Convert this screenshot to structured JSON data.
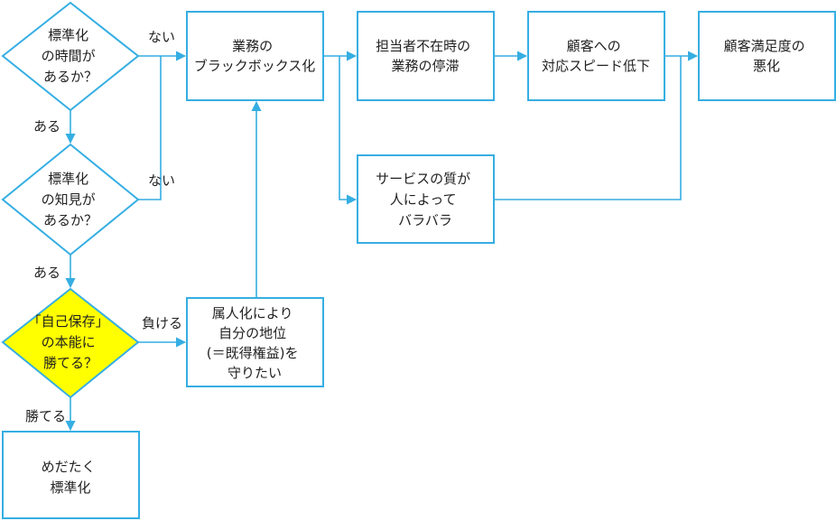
{
  "colors": {
    "line": "#35aee2",
    "box_fill": "#ffffff",
    "highlight_fill": "#ffff00",
    "text": "#222222"
  },
  "nodes": {
    "q_time": {
      "lines": [
        "標準化",
        "の時間が",
        "あるか？"
      ]
    },
    "q_knowledge": {
      "lines": [
        "標準化",
        "の知見が",
        "あるか？"
      ]
    },
    "q_instinct": {
      "lines": [
        "「自己保存」",
        "の本能に",
        "勝てる？"
      ]
    },
    "standardize": {
      "lines": [
        "めだたく",
        "標準化"
      ]
    },
    "keep_status": {
      "lines": [
        "属人化により",
        "自分の地位",
        "(＝既得権益)を",
        "守りたい"
      ]
    },
    "blackbox": {
      "lines": [
        "業務の",
        "ブラックボックス化"
      ]
    },
    "stagnation": {
      "lines": [
        "担当者不在時の",
        "業務の停滞"
      ]
    },
    "slow_response": {
      "lines": [
        "顧客への",
        "対応スピード低下"
      ]
    },
    "satisfaction": {
      "lines": [
        "顧客満足度の",
        "悪化"
      ]
    },
    "quality_varies": {
      "lines": [
        "サービスの質が",
        "人によって",
        "バラバラ"
      ]
    }
  },
  "edge_labels": {
    "time_no": "ない",
    "time_yes": "ある",
    "knowledge_no": "ない",
    "knowledge_yes": "ある",
    "instinct_lose": "負ける",
    "instinct_win": "勝てる"
  }
}
